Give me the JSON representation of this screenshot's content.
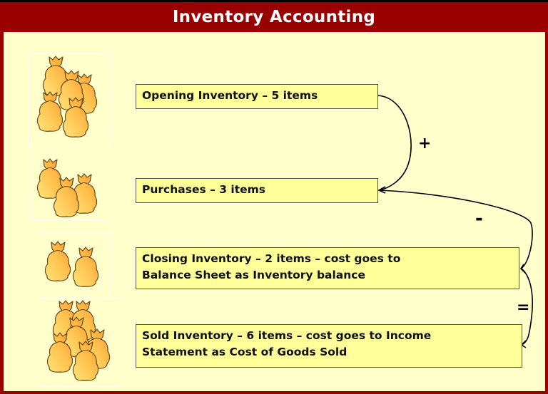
{
  "header": {
    "title": "Inventory Accounting"
  },
  "colors": {
    "frame": "#990000",
    "panel": "#FFFFCC",
    "box_fill": "#FFFF99",
    "bag": "#FFB347"
  },
  "rows": [
    {
      "label": "Opening Inventory – 5 items",
      "bag_count": 5,
      "icon": "money-bag-icon"
    },
    {
      "label": "Purchases – 3 items",
      "bag_count": 3,
      "icon": "money-bag-icon"
    },
    {
      "label_line1": "Closing Inventory – 2 items – cost goes to",
      "label_line2": "Balance Sheet as Inventory balance",
      "bag_count": 2,
      "icon": "money-bag-icon"
    },
    {
      "label_line1": "Sold Inventory – 6 items – cost goes to Income",
      "label_line2": "Statement as Cost of Goods Sold",
      "bag_count": 6,
      "icon": "money-bag-icon"
    }
  ],
  "operators": {
    "plus": "+",
    "minus": "-",
    "equals": "="
  }
}
